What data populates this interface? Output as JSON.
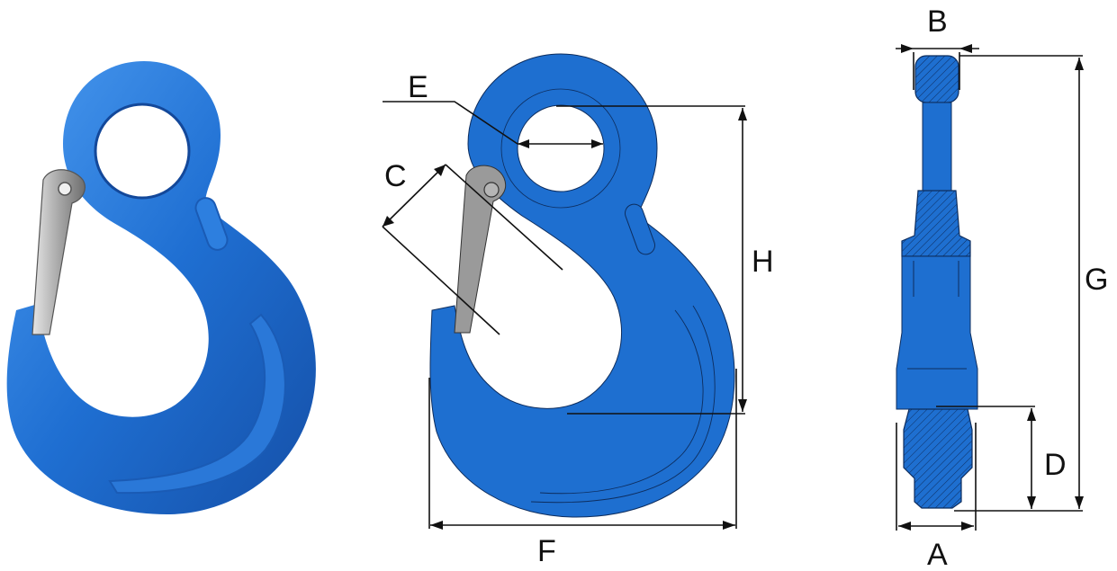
{
  "diagram": {
    "labels": {
      "A": "A",
      "B": "B",
      "C": "C",
      "D": "D",
      "E": "E",
      "F": "F",
      "G": "G",
      "H": "H"
    },
    "colors": {
      "hook_blue": "#1e6fd0",
      "hook_blue_light": "#3f8fe8",
      "hook_blue_dark": "#1452a8",
      "latch_gray": "#9a9a9a",
      "dimension_line": "#111111"
    }
  }
}
